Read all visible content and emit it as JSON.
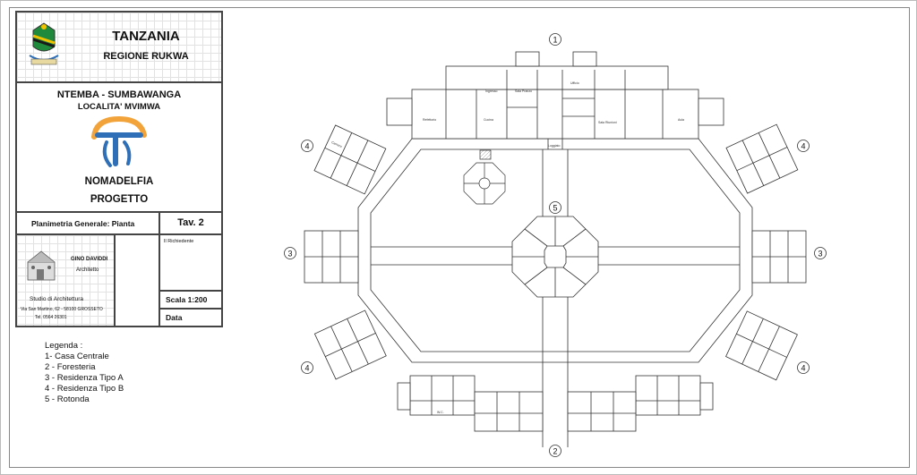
{
  "title_block": {
    "country": "TANZANIA",
    "region": "REGIONE RUKWA",
    "place": "NTEMBA - SUMBAWANGA",
    "locality": "LOCALITA' MVIMWA",
    "organization": "NOMADELFIA",
    "phase": "PROGETTO",
    "sheet_title": "Planimetria Generale: Pianta",
    "sheet_number": "Tav. 2",
    "requester_label": "Il Richiedente",
    "architect_name": "GINO DAVIDDI",
    "architect_role": "Architetto",
    "studio": "Studio di Architettura",
    "address": "Via San Martino, 62 - 58100 GROSSETO",
    "phone": "Tel. 0564 26301",
    "scale": "Scala 1:200",
    "date_label": "Data"
  },
  "legend": {
    "heading": "Legenda :",
    "items": [
      "1- Casa Centrale",
      "2 - Foresteria",
      "3 - Residenza Tipo A",
      "4 - Residenza Tipo B",
      "5 - Rotonda"
    ]
  },
  "plan": {
    "markers": {
      "casa_centrale": "1",
      "foresteria": "2",
      "residenza_a": "3",
      "residenza_b": "4",
      "rotonda": "5"
    },
    "labels": {
      "loggiato": "Loggiato",
      "ingresso": "Ingresso",
      "cucina": "Cucina",
      "sala_pranzo": "Sala Pranzo",
      "ufficio": "Ufficio",
      "sala_riunioni": "Sala Riunioni",
      "aula": "Aula",
      "refettorio": "Refettorio",
      "camera": "Camera",
      "wc": "W.C."
    }
  },
  "colors": {
    "line": "#333333",
    "logo_blue": "#2e6fb7",
    "logo_orange": "#f2a33a"
  }
}
